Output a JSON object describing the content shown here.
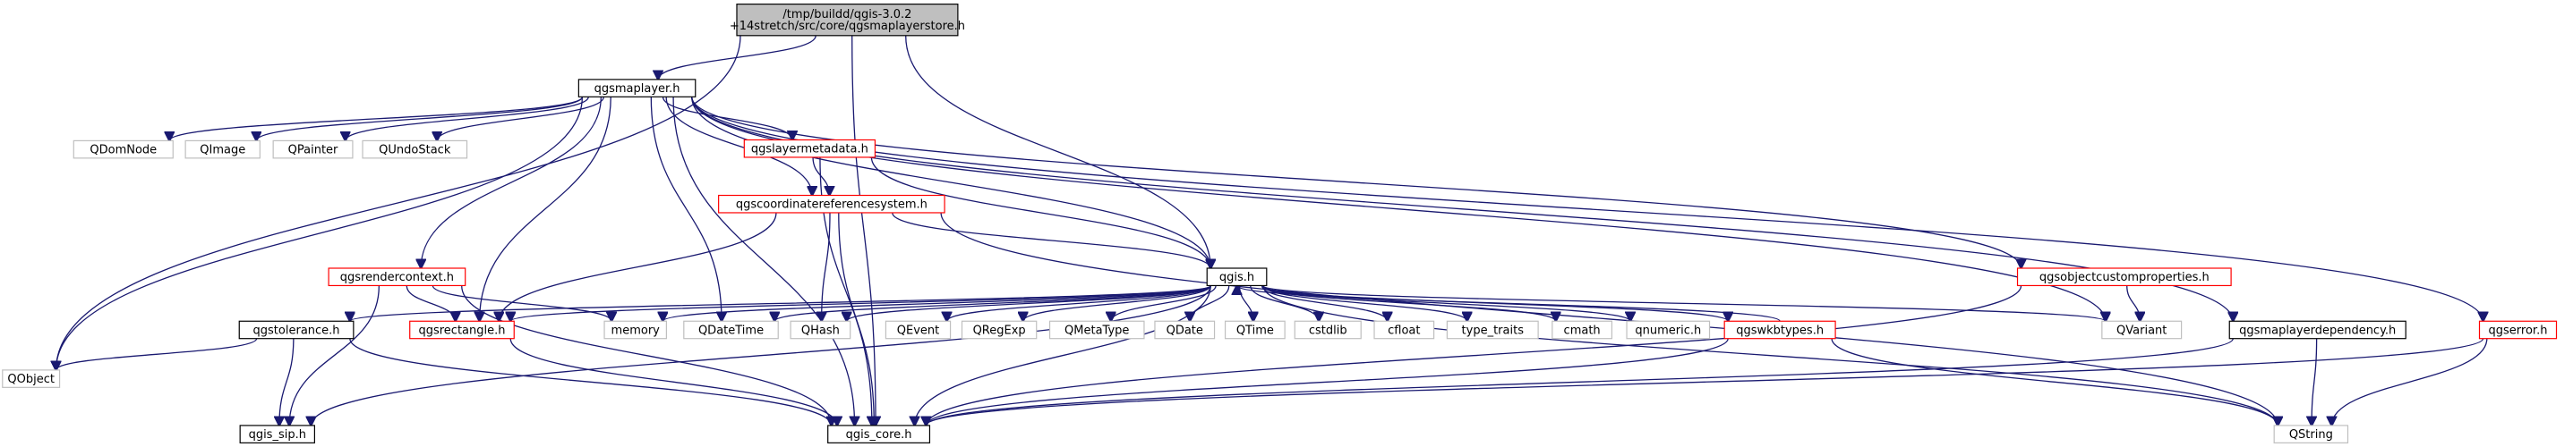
{
  "colors": {
    "edge": "#191970",
    "border_default": "#bfbfbf",
    "border_black": "#000000",
    "border_red": "#ff0000",
    "fill_root": "#bfbfbf",
    "fill_white": "#ffffff",
    "text": "#000000"
  },
  "nodes": [
    {
      "id": "root",
      "lines": [
        "/tmp/buildd/qgis-3.0.2",
        "+14stretch/src/core/qgsmaplayerstore.h"
      ],
      "style": "root"
    },
    {
      "id": "qgsmaplayer",
      "lines": [
        "qgsmaplayer.h"
      ],
      "style": "black"
    },
    {
      "id": "QObject",
      "lines": [
        "QObject"
      ],
      "style": "gray"
    },
    {
      "id": "QDomNode",
      "lines": [
        "QDomNode"
      ],
      "style": "gray"
    },
    {
      "id": "QImage",
      "lines": [
        "QImage"
      ],
      "style": "gray"
    },
    {
      "id": "QPainter",
      "lines": [
        "QPainter"
      ],
      "style": "gray"
    },
    {
      "id": "QUndoStack",
      "lines": [
        "QUndoStack"
      ],
      "style": "gray"
    },
    {
      "id": "qgslayermetadata",
      "lines": [
        "qgslayermetadata.h"
      ],
      "style": "red"
    },
    {
      "id": "qgscrs",
      "lines": [
        "qgscoordinatereferencesystem.h"
      ],
      "style": "red"
    },
    {
      "id": "qgsrendercontext",
      "lines": [
        "qgsrendercontext.h"
      ],
      "style": "red"
    },
    {
      "id": "qgis",
      "lines": [
        "qgis.h"
      ],
      "style": "black"
    },
    {
      "id": "qgsobjectcustomproperties",
      "lines": [
        "qgsobjectcustomproperties.h"
      ],
      "style": "red"
    },
    {
      "id": "qgsmaplayerdependency",
      "lines": [
        "qgsmaplayerdependency.h"
      ],
      "style": "black"
    },
    {
      "id": "qgserror",
      "lines": [
        "qgserror.h"
      ],
      "style": "red"
    },
    {
      "id": "qgstolerance",
      "lines": [
        "qgstolerance.h"
      ],
      "style": "black"
    },
    {
      "id": "qgsrectangle",
      "lines": [
        "qgsrectangle.h"
      ],
      "style": "red"
    },
    {
      "id": "memory",
      "lines": [
        "memory"
      ],
      "style": "gray"
    },
    {
      "id": "QDateTime",
      "lines": [
        "QDateTime"
      ],
      "style": "gray"
    },
    {
      "id": "QHash",
      "lines": [
        "QHash"
      ],
      "style": "gray"
    },
    {
      "id": "QEvent",
      "lines": [
        "QEvent"
      ],
      "style": "gray"
    },
    {
      "id": "QRegExp",
      "lines": [
        "QRegExp"
      ],
      "style": "gray"
    },
    {
      "id": "QMetaType",
      "lines": [
        "QMetaType"
      ],
      "style": "gray"
    },
    {
      "id": "QDate",
      "lines": [
        "QDate"
      ],
      "style": "gray"
    },
    {
      "id": "QTime",
      "lines": [
        "QTime"
      ],
      "style": "gray"
    },
    {
      "id": "cstdlib",
      "lines": [
        "cstdlib"
      ],
      "style": "gray"
    },
    {
      "id": "cfloat",
      "lines": [
        "cfloat"
      ],
      "style": "gray"
    },
    {
      "id": "type_traits",
      "lines": [
        "type_traits"
      ],
      "style": "gray"
    },
    {
      "id": "cmath",
      "lines": [
        "cmath"
      ],
      "style": "gray"
    },
    {
      "id": "qnumeric",
      "lines": [
        "qnumeric.h"
      ],
      "style": "gray"
    },
    {
      "id": "qgswkbtypes",
      "lines": [
        "qgswkbtypes.h"
      ],
      "style": "red"
    },
    {
      "id": "QVariant",
      "lines": [
        "QVariant"
      ],
      "style": "gray"
    },
    {
      "id": "qgis_sip",
      "lines": [
        "qgis_sip.h"
      ],
      "style": "black"
    },
    {
      "id": "qgis_core",
      "lines": [
        "qgis_core.h"
      ],
      "style": "black"
    },
    {
      "id": "QString",
      "lines": [
        "QString"
      ],
      "style": "gray"
    }
  ],
  "edges": [
    [
      "root",
      "qgsmaplayer"
    ],
    [
      "root",
      "QObject"
    ],
    [
      "root",
      "qgis"
    ],
    [
      "root",
      "qgis_core"
    ],
    [
      "qgsmaplayer",
      "QObject"
    ],
    [
      "qgsmaplayer",
      "QDomNode"
    ],
    [
      "qgsmaplayer",
      "QImage"
    ],
    [
      "qgsmaplayer",
      "QPainter"
    ],
    [
      "qgsmaplayer",
      "QUndoStack"
    ],
    [
      "qgsmaplayer",
      "qgslayermetadata"
    ],
    [
      "qgsmaplayer",
      "qgscrs"
    ],
    [
      "qgsmaplayer",
      "qgsrendercontext"
    ],
    [
      "qgsmaplayer",
      "qgsrectangle"
    ],
    [
      "qgsmaplayer",
      "qgis_core"
    ],
    [
      "qgsmaplayer",
      "QDateTime"
    ],
    [
      "qgsmaplayer",
      "qgis"
    ],
    [
      "qgsmaplayer",
      "QVariant"
    ],
    [
      "qgsmaplayer",
      "qgsobjectcustomproperties"
    ],
    [
      "qgsmaplayer",
      "qgsmaplayerdependency"
    ],
    [
      "qgsmaplayer",
      "qgserror"
    ],
    [
      "qgslayermetadata",
      "qgscrs"
    ],
    [
      "qgslayermetadata",
      "qgis"
    ],
    [
      "qgslayermetadata",
      "qgis_core"
    ],
    [
      "qgscrs",
      "qgsrectangle"
    ],
    [
      "qgscrs",
      "qgis"
    ],
    [
      "qgscrs",
      "QHash"
    ],
    [
      "qgscrs",
      "qgis_core"
    ],
    [
      "qgscrs",
      "QString"
    ],
    [
      "qgsrendercontext",
      "qgsrectangle"
    ],
    [
      "qgsrendercontext",
      "memory"
    ],
    [
      "qgsrendercontext",
      "qgis_sip"
    ],
    [
      "qgsrendercontext",
      "qgis_core"
    ],
    [
      "qgis",
      "qgstolerance"
    ],
    [
      "qgis",
      "qgsrectangle"
    ],
    [
      "qgis",
      "memory"
    ],
    [
      "qgis",
      "QDateTime"
    ],
    [
      "qgis",
      "QHash"
    ],
    [
      "qgis",
      "QEvent"
    ],
    [
      "qgis",
      "QRegExp"
    ],
    [
      "qgis",
      "QMetaType"
    ],
    [
      "qgis",
      "QDate"
    ],
    [
      "qgis",
      "QTime"
    ],
    [
      "qgis",
      "cstdlib"
    ],
    [
      "qgis",
      "cfloat"
    ],
    [
      "qgis",
      "type_traits"
    ],
    [
      "qgis",
      "cmath"
    ],
    [
      "qgis",
      "qnumeric"
    ],
    [
      "qgis",
      "qgswkbtypes"
    ],
    [
      "qgis",
      "QVariant"
    ],
    [
      "qgis",
      "qgis_sip"
    ],
    [
      "qgis",
      "qgis_core"
    ],
    [
      "qgis",
      "QString"
    ],
    [
      "qgswkbtypes",
      "qgis"
    ],
    [
      "qgswkbtypes",
      "qgis_core"
    ],
    [
      "qgswkbtypes",
      "QString"
    ],
    [
      "qgsobjectcustomproperties",
      "QVariant"
    ],
    [
      "qgsobjectcustomproperties",
      "qgis_core"
    ],
    [
      "qgsmaplayerdependency",
      "qgis_core"
    ],
    [
      "qgsmaplayerdependency",
      "QString"
    ],
    [
      "qgserror",
      "qgis_core"
    ],
    [
      "qgserror",
      "QString"
    ],
    [
      "qgstolerance",
      "QObject"
    ],
    [
      "qgstolerance",
      "qgis_sip"
    ],
    [
      "qgstolerance",
      "qgis_core"
    ],
    [
      "qgsrectangle",
      "qgis_core"
    ]
  ]
}
